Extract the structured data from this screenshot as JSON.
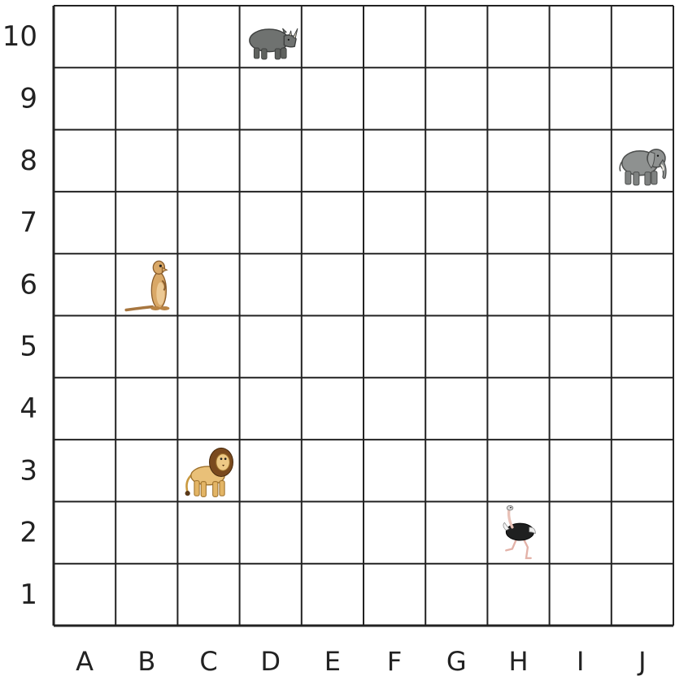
{
  "grid": {
    "columns": [
      "A",
      "B",
      "C",
      "D",
      "E",
      "F",
      "G",
      "H",
      "I",
      "J"
    ],
    "rows": [
      "1",
      "2",
      "3",
      "4",
      "5",
      "6",
      "7",
      "8",
      "9",
      "10"
    ],
    "line_color": "#222222",
    "background": "#ffffff"
  },
  "animals": [
    {
      "name": "rhino",
      "col": "D",
      "row": "10"
    },
    {
      "name": "elephant",
      "col": "J",
      "row": "8"
    },
    {
      "name": "meerkat",
      "col": "B",
      "row": "6"
    },
    {
      "name": "lion",
      "col": "C",
      "row": "3"
    },
    {
      "name": "ostrich",
      "col": "H",
      "row": "2"
    }
  ]
}
